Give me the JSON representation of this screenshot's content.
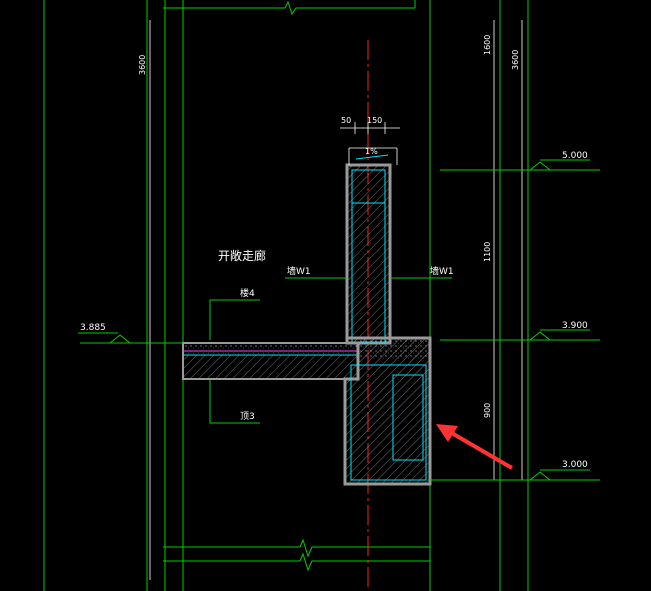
{
  "drawing": {
    "title": "开敞走廊",
    "elevations": {
      "left": "3.885",
      "right_top": "5.000",
      "right_mid": "3.900",
      "right_bottom": "3.000"
    },
    "dimensions": {
      "left_vertical": "3600",
      "right_top": "1600",
      "right_outer": "3600",
      "right_mid": "1100",
      "right_low": "900",
      "top_left": "50",
      "top_right": "150",
      "slope": "1%"
    },
    "callouts": {
      "wall_left": "墙W1",
      "wall_right": "墙W1",
      "floor": "楼4",
      "ceiling": "顶3"
    },
    "colors": {
      "grid_line": "#00d000",
      "axis_red": "#ff2020",
      "finish_cyan": "#00e5ff",
      "concrete_gray": "#9a9a9a",
      "arrow_red": "#ff3333",
      "magenta": "#ff33ff"
    }
  }
}
